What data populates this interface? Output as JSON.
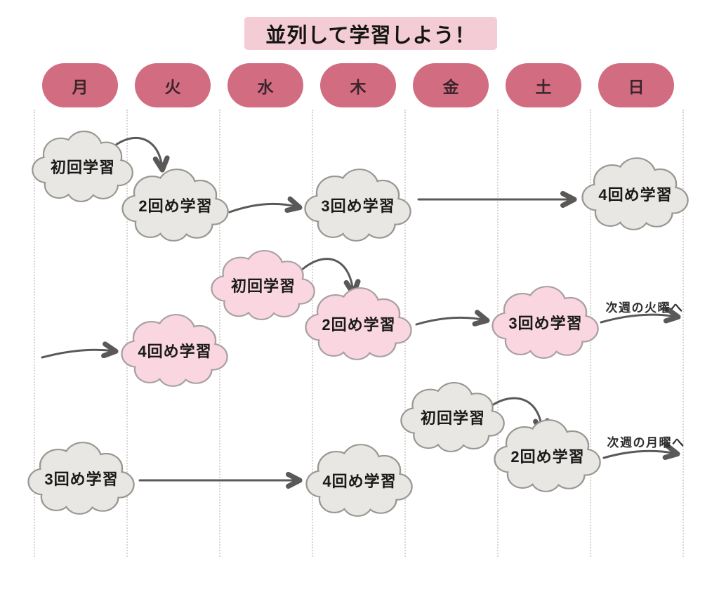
{
  "title": "並列して学習しよう！",
  "days": [
    "月",
    "火",
    "水",
    "木",
    "金",
    "土",
    "日"
  ],
  "clouds": [
    {
      "label": "初回学習",
      "variant": "gray",
      "day": "月",
      "row": 1
    },
    {
      "label": "2回め学習",
      "variant": "gray",
      "day": "火",
      "row": 1
    },
    {
      "label": "3回め学習",
      "variant": "gray",
      "day": "木",
      "row": 1
    },
    {
      "label": "4回め学習",
      "variant": "gray",
      "day": "日",
      "row": 1
    },
    {
      "label": "初回学習",
      "variant": "pink",
      "day": "水",
      "row": 2
    },
    {
      "label": "2回め学習",
      "variant": "pink",
      "day": "木",
      "row": 2
    },
    {
      "label": "4回め学習",
      "variant": "pink",
      "day": "火",
      "row": 2
    },
    {
      "label": "3回め学習",
      "variant": "pink",
      "day": "土",
      "row": 2
    },
    {
      "label": "初回学習",
      "variant": "gray",
      "day": "金",
      "row": 3
    },
    {
      "label": "2回め学習",
      "variant": "gray",
      "day": "土",
      "row": 3
    },
    {
      "label": "3回め学習",
      "variant": "gray",
      "day": "月",
      "row": 3
    },
    {
      "label": "4回め学習",
      "variant": "gray",
      "day": "木",
      "row": 3
    }
  ],
  "annotations": [
    {
      "text": "次週の火曜へ"
    },
    {
      "text": "次週の月曜へ"
    }
  ],
  "colors": {
    "bg": "#ffffff",
    "title_bg": "#f4ccd6",
    "title_text": "#141414",
    "pill_bg": "#d26d81",
    "pill_text": "#3b242c",
    "cloud_gray_fill": "#e9e7e4",
    "cloud_gray_stroke": "#9a9792",
    "cloud_pink_fill": "#f9d6e0",
    "cloud_pink_stroke": "#a9a0a3",
    "cloud_text": "#1a1a1a",
    "arrow": "#5b5957",
    "grid_dot": "#d9d5d2",
    "annotation_text": "#2e2e2e"
  }
}
